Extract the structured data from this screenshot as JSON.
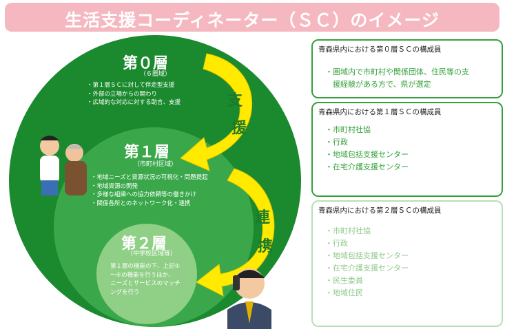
{
  "header": {
    "title": "生活支援コーディネーター（ＳＣ）のイメージ"
  },
  "layers": [
    {
      "title": "第０層",
      "subtitle": "（６圏域）",
      "bullets": [
        "・第１層ＳＣに対して伴走型支援",
        "・外部の立場からの関わり",
        "・広域的な対応に対する助言、支援"
      ]
    },
    {
      "title": "第１層",
      "subtitle": "（市町村区域）",
      "bullets": [
        "・地域ニーズと資源状況の可視化・問題提起",
        "・地域資源の開発",
        "・多様な組織への協力依頼等の働きかけ",
        "・関係各所とのネットワーク化・連携"
      ]
    },
    {
      "title": "第２層",
      "subtitle": "（中学校区域等）",
      "bullets": [
        "第１層の機能の下、上記①",
        "～④の機能を行うほか、",
        "ニーズとサービスのマッチ",
        "ングを行う"
      ]
    }
  ],
  "arrows": {
    "support": [
      "支",
      "援"
    ],
    "cooperation": [
      "連",
      "携"
    ]
  },
  "panels": [
    {
      "title": "青森県内における第０層ＳＣの構成員",
      "items": [
        "・圏域内で市町村や関係団体、住民等の支",
        "　援経験がある方で、県が選定"
      ]
    },
    {
      "title": "青森県内における第１層ＳＣの構成員",
      "items": [
        "・市町村社協",
        "・行政",
        "・地域包括支援センター",
        "・在宅介護支援センター"
      ]
    },
    {
      "title": "青森県内における第２層ＳＣの構成員",
      "items": [
        "・市町村社協",
        "・行政",
        "・地域包括支援センター",
        "・在宅介護支援センター",
        "・民生委員",
        "・地域住民"
      ]
    }
  ],
  "colors": {
    "banner": "#f6b8c0",
    "outer_circle": "#1b8a2e",
    "middle_circle": "#3aa84a",
    "inner_circle": "#8fcf86",
    "arrow": "#ffea00",
    "panel1_text": "#33a13a",
    "panel2_text": "#8fc98a"
  },
  "icons": [
    "caregiver-elderly-icon",
    "consultation-desk-icon",
    "community-people-icon",
    "phone-businessman-icon"
  ]
}
